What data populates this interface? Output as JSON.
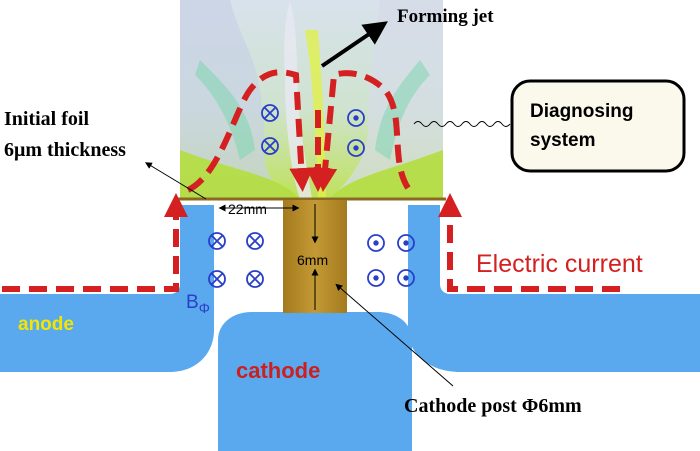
{
  "labels": {
    "forming_jet": "Forming jet",
    "initial_foil_line1": "Initial foil",
    "initial_foil_line2": "6μm thickness",
    "diagnosing_line1": "Diagnosing",
    "diagnosing_line2": "system",
    "width_22mm": "22mm",
    "height_6mm": "6mm",
    "electric_current": "Electric current",
    "anode": "anode",
    "cathode": "cathode",
    "b_field": "B",
    "b_field_sub": "Φ",
    "cathode_post": "Cathode post Φ6mm"
  },
  "colors": {
    "electrode_blue": "#5aa9ef",
    "cathode_post": "#b98f2a",
    "current_red": "#d42020",
    "anode_text": "#f2e600",
    "cathode_text": "#cc1f1f",
    "field_symbol": "#2a3fc8",
    "foil": "#8a6a20"
  },
  "icons": {
    "into_page": "circle-cross-icon",
    "out_of_page": "circle-dot-icon"
  }
}
